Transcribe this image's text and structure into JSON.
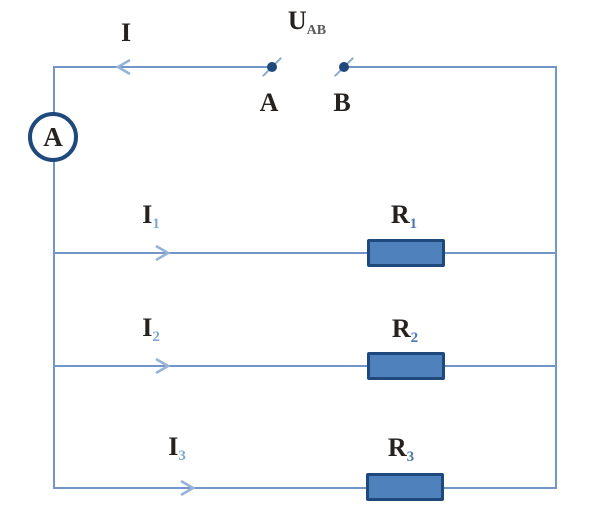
{
  "diagram": {
    "type": "electrical-circuit",
    "description": "Three resistors in parallel with an ammeter measuring total current and an open terminal pair A-B with voltage U_AB"
  },
  "colors": {
    "wire": "#7296c8",
    "arrow": "#95b3d7",
    "node": "#1f497d",
    "resistor_fill": "#4f81bd",
    "resistor_border": "#1f497d",
    "ammeter_border": "#1f497d",
    "text": "#26221f",
    "sub_i": "#7da7d8",
    "sub_r": "#4a76b8",
    "sub_u": "#595959",
    "background": "#ffffff"
  },
  "labels": {
    "main_current": {
      "main": "I",
      "sub": ""
    },
    "voltage_ab": {
      "main": "U",
      "sub": "AB"
    },
    "terminal_a": "A",
    "terminal_b": "B",
    "ammeter": "A",
    "branches": [
      {
        "current": {
          "main": "I",
          "sub": "1"
        },
        "resistor": {
          "main": "R",
          "sub": "1"
        }
      },
      {
        "current": {
          "main": "I",
          "sub": "2"
        },
        "resistor": {
          "main": "R",
          "sub": "2"
        }
      },
      {
        "current": {
          "main": "I",
          "sub": "3"
        },
        "resistor": {
          "main": "R",
          "sub": "3"
        }
      }
    ]
  }
}
